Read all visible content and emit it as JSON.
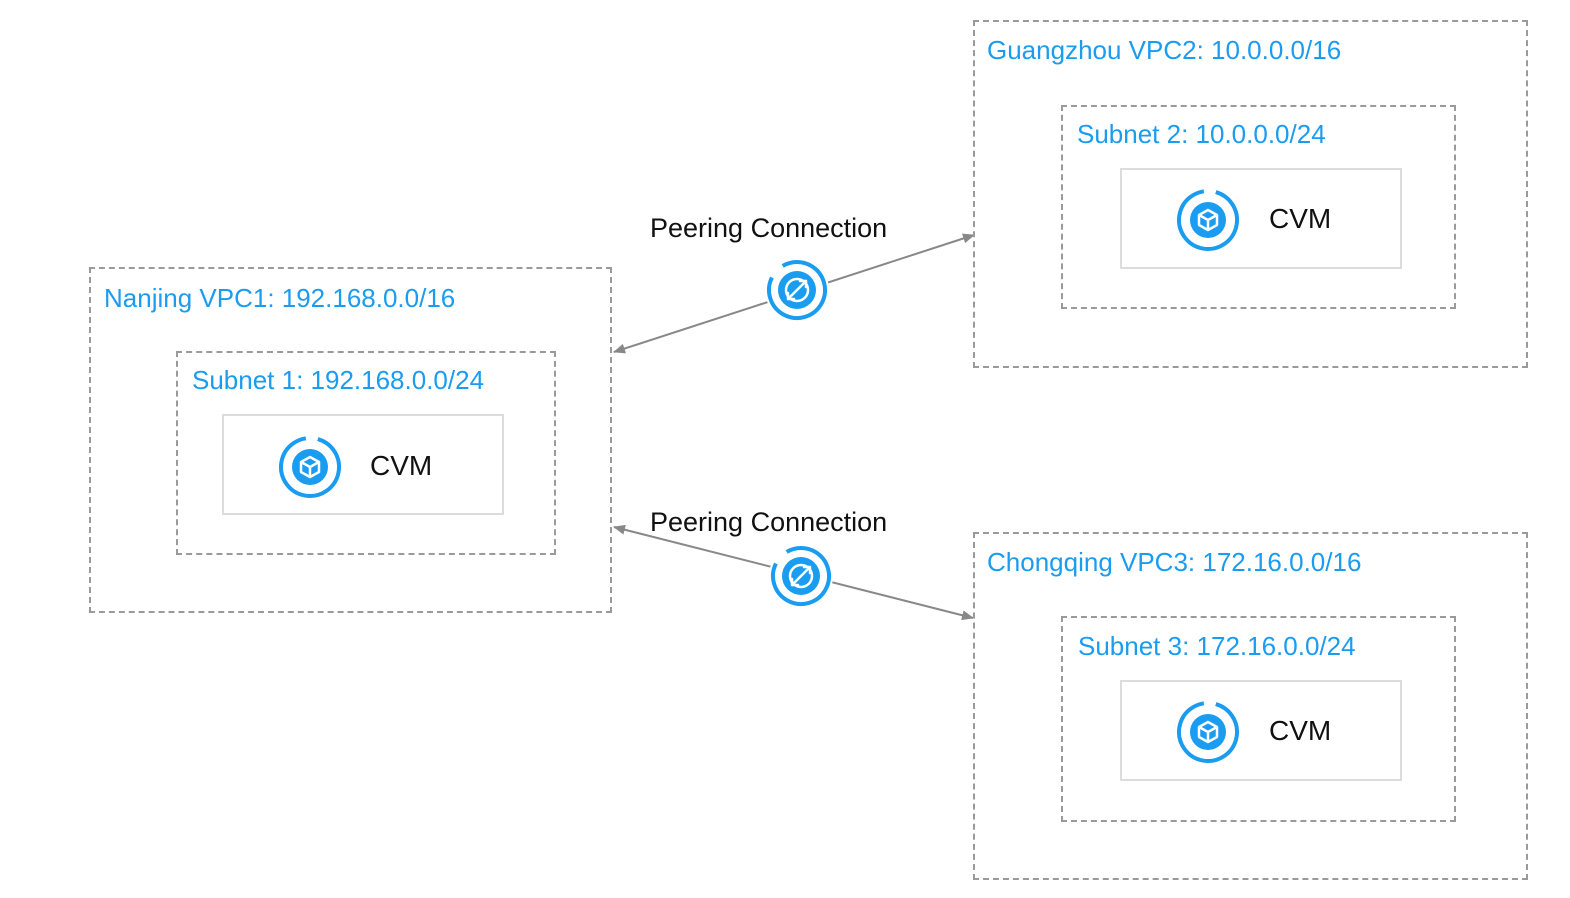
{
  "colors": {
    "accent": "#1a9cf0",
    "border_dashed": "#9a9a9a",
    "connector": "#888888",
    "text": "#111111"
  },
  "icons": {
    "cvm": "cvm-cube-icon",
    "peering": "peering-connection-icon"
  },
  "vpcs": {
    "nanjing": {
      "label": "Nanjing VPC1: 192.168.0.0/16",
      "subnet_label": "Subnet 1: 192.168.0.0/24",
      "cvm_label": "CVM"
    },
    "guangzhou": {
      "label": "Guangzhou VPC2: 10.0.0.0/16",
      "subnet_label": "Subnet 2: 10.0.0.0/24",
      "cvm_label": "CVM"
    },
    "chongqing": {
      "label": "Chongqing VPC3: 172.16.0.0/16",
      "subnet_label": "Subnet 3: 172.16.0.0/24",
      "cvm_label": "CVM"
    }
  },
  "connections": [
    {
      "label": "Peering Connection",
      "from": "Nanjing VPC1",
      "to": "Guangzhou VPC2"
    },
    {
      "label": "Peering Connection",
      "from": "Nanjing VPC1",
      "to": "Chongqing VPC3"
    }
  ]
}
